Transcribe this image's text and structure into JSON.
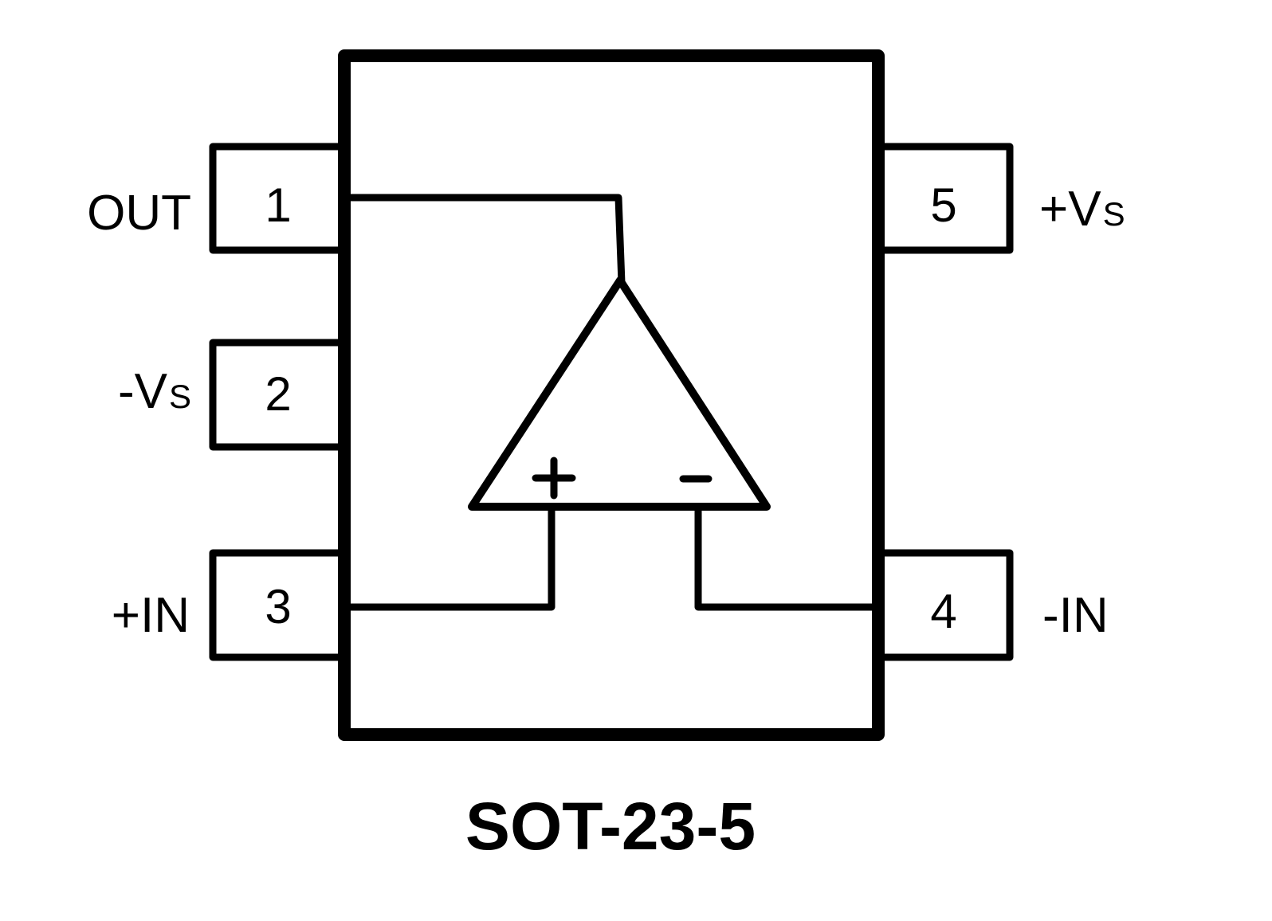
{
  "package": {
    "name": "SOT-23-5"
  },
  "pins": [
    {
      "number": "1",
      "label": "OUT",
      "sub": ""
    },
    {
      "number": "2",
      "label": "-V",
      "sub": "S"
    },
    {
      "number": "3",
      "label": "+IN",
      "sub": ""
    },
    {
      "number": "4",
      "label": "-IN",
      "sub": ""
    },
    {
      "number": "5",
      "label": "+V",
      "sub": "S"
    }
  ],
  "opamp": {
    "plus_symbol": "+",
    "minus_symbol": "−"
  },
  "colors": {
    "stroke": "#000000",
    "background": "#ffffff"
  }
}
